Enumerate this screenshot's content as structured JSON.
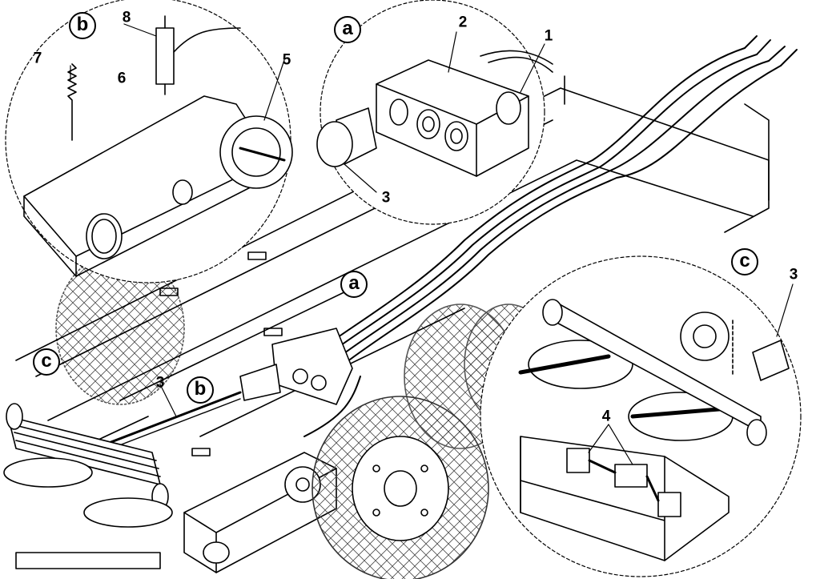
{
  "callouts": {
    "a1": "a",
    "a2": "a",
    "b1": "b",
    "b2": "b",
    "c1": "c",
    "c2": "c"
  },
  "part_numbers": {
    "n1": "1",
    "n2": "2",
    "n3a": "3",
    "n3b": "3",
    "n3c": "3",
    "n4": "4",
    "n5": "5",
    "n6": "6",
    "n7": "7",
    "n8": "8"
  }
}
